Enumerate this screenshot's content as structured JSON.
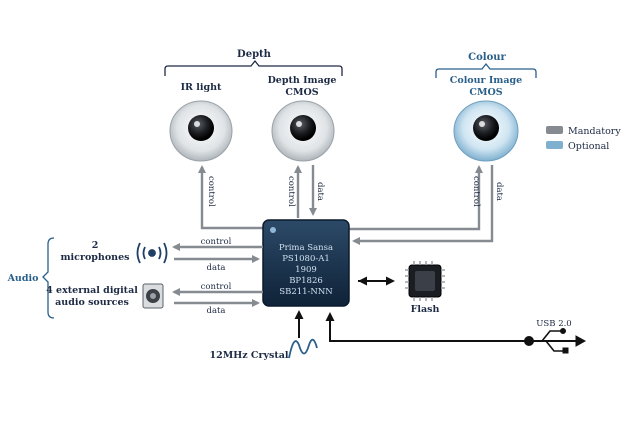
{
  "groups": {
    "depth": "Depth",
    "colour": "Colour",
    "audio": "Audio"
  },
  "cameras": {
    "ir_light": "IR light",
    "depth_image_1": "Depth Image",
    "depth_image_2": "CMOS",
    "colour_image_1": "Colour Image",
    "colour_image_2": "CMOS"
  },
  "legend": {
    "mandatory": "Mandatory",
    "optional": "Optional"
  },
  "chip": {
    "line1": "Prima Sansa",
    "line2": "PS1080-A1",
    "line3": "1909",
    "line4": "BP1826",
    "line5": "SB211-NNN"
  },
  "links": {
    "control": "control",
    "data": "data"
  },
  "audio": {
    "mics_1": "2",
    "mics_2": "microphones",
    "ext_1": "4 external digital",
    "ext_2": "audio sources"
  },
  "flash": "Flash",
  "crystal": "12MHz Crystal",
  "usb": "USB 2.0",
  "colors": {
    "mandatory": "#868b91",
    "optional": "#7fb0cf",
    "text_dark": "#1d2a44",
    "text_blue": "#2a5f8a",
    "chip": "#1a3550",
    "chip_text": "#cfe0ee"
  }
}
